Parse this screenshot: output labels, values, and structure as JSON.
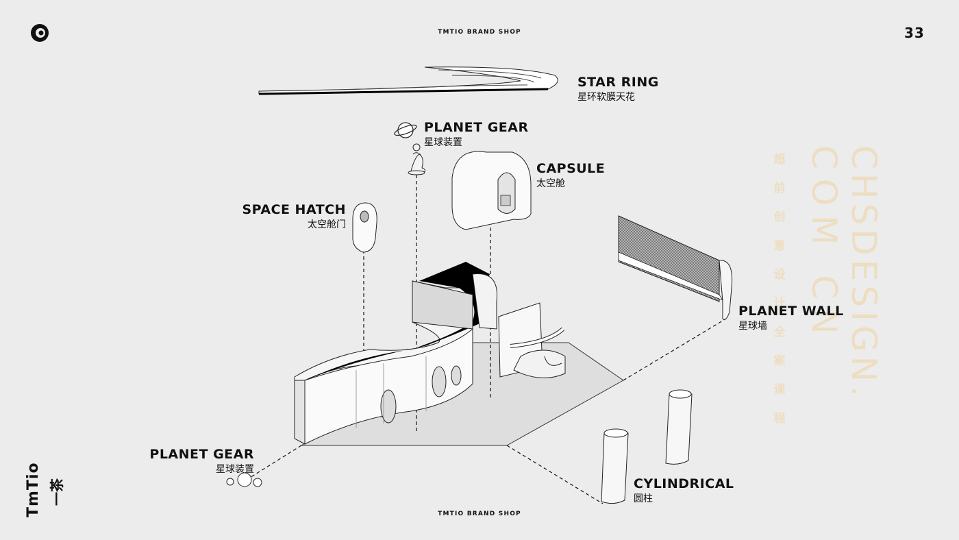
{
  "header": {
    "brand": "TMTIO BRAND SHOP",
    "page_number": "33"
  },
  "footer": {
    "brand": "TMTIO BRAND SHOP"
  },
  "side_logo": {
    "latin": "TmTio",
    "cn": "一茶"
  },
  "watermark": {
    "cn_chars": [
      "超",
      "前",
      "创",
      "意",
      "设",
      "计",
      "全",
      "案",
      "课",
      "程"
    ],
    "en_line1": "CHSDESIGN.",
    "en_line2": "COM CN",
    "color": "#eed8b0"
  },
  "labels": {
    "star_ring": {
      "en": "STAR RING",
      "cn": "星环软膜天花"
    },
    "planet_gear_top": {
      "en": "PLANET GEAR",
      "cn": "星球装置"
    },
    "capsule": {
      "en": "CAPSULE",
      "cn": "太空舱"
    },
    "space_hatch": {
      "en": "SPACE HATCH",
      "cn": "太空舱门"
    },
    "planet_wall": {
      "en": "PLANET WALL",
      "cn": "星球墙"
    },
    "planet_gear_bottom": {
      "en": "PLANET GEAR",
      "cn": "星球装置"
    },
    "cylindrical": {
      "en": "CYLINDRICAL",
      "cn": "圆柱"
    }
  },
  "icons": [
    "logo-ring-icon",
    "planet-icon"
  ]
}
